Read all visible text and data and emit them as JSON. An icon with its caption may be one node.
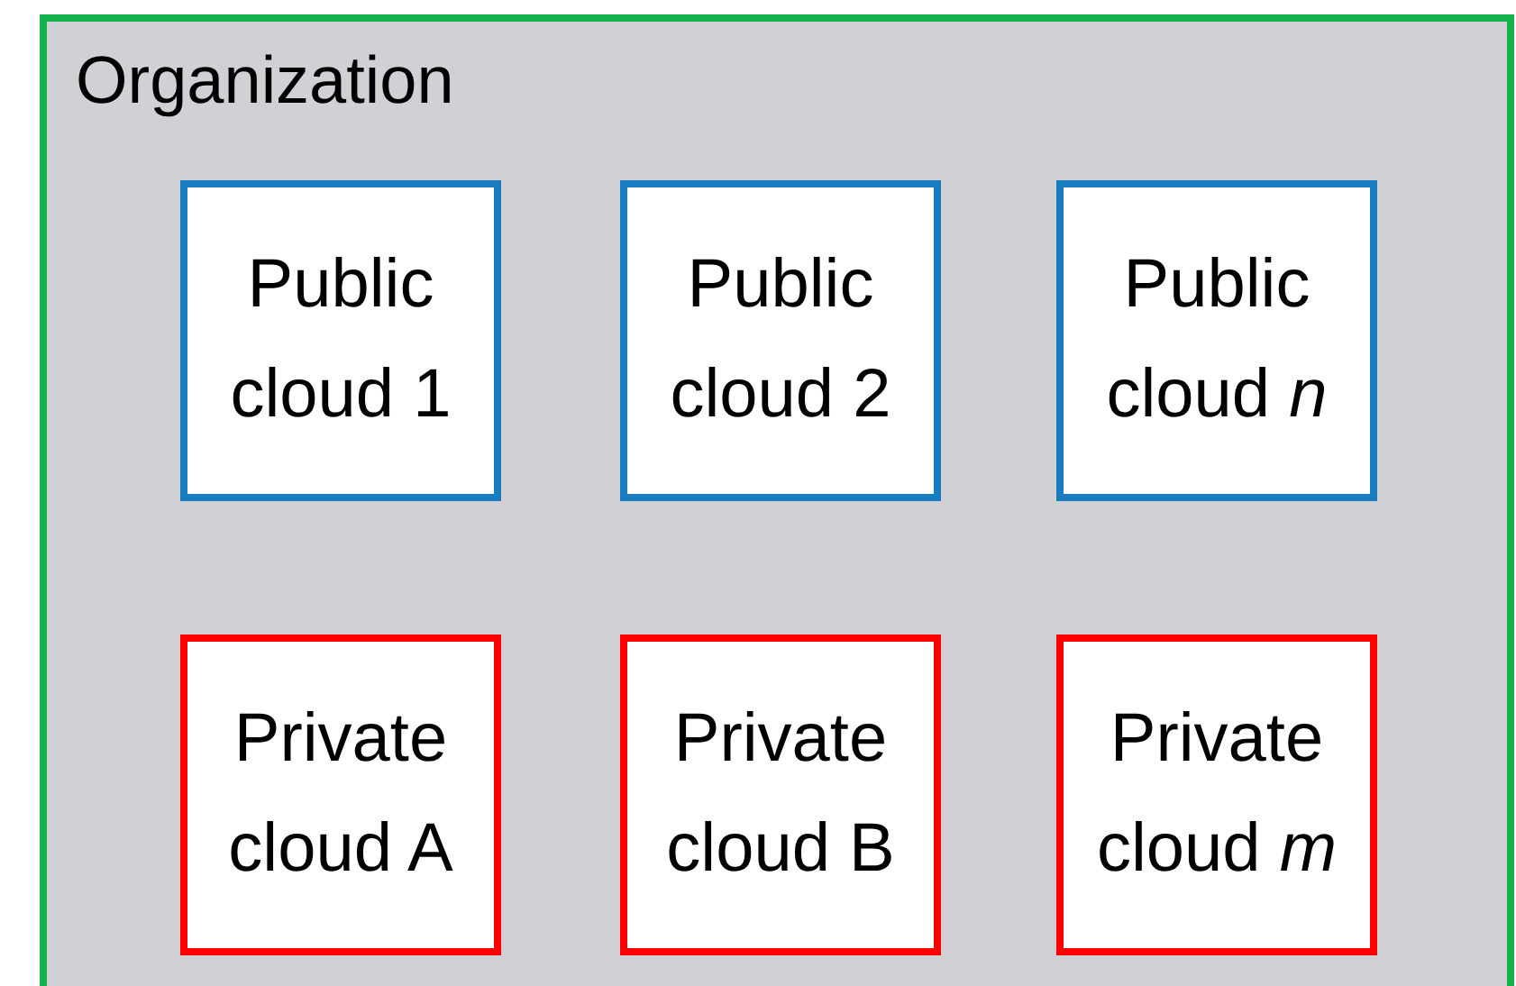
{
  "diagram": {
    "nodes": [
      {
        "text": [
          "Organization"
        ]
      },
      {
        "text": [
          "Public cloud 1"
        ],
        "in": 0
      },
      {
        "text": [
          "Public cloud 2"
        ],
        "in": 0
      },
      {
        "text": [
          "Public cloud *n*"
        ],
        "in": 0
      },
      {
        "text": [
          "Private cloud A"
        ],
        "in": 0
      },
      {
        "text": [
          "Private cloud B"
        ],
        "in": 0
      },
      {
        "text": [
          "Private cloud *m*"
        ],
        "in": 0
      }
    ]
  }
}
